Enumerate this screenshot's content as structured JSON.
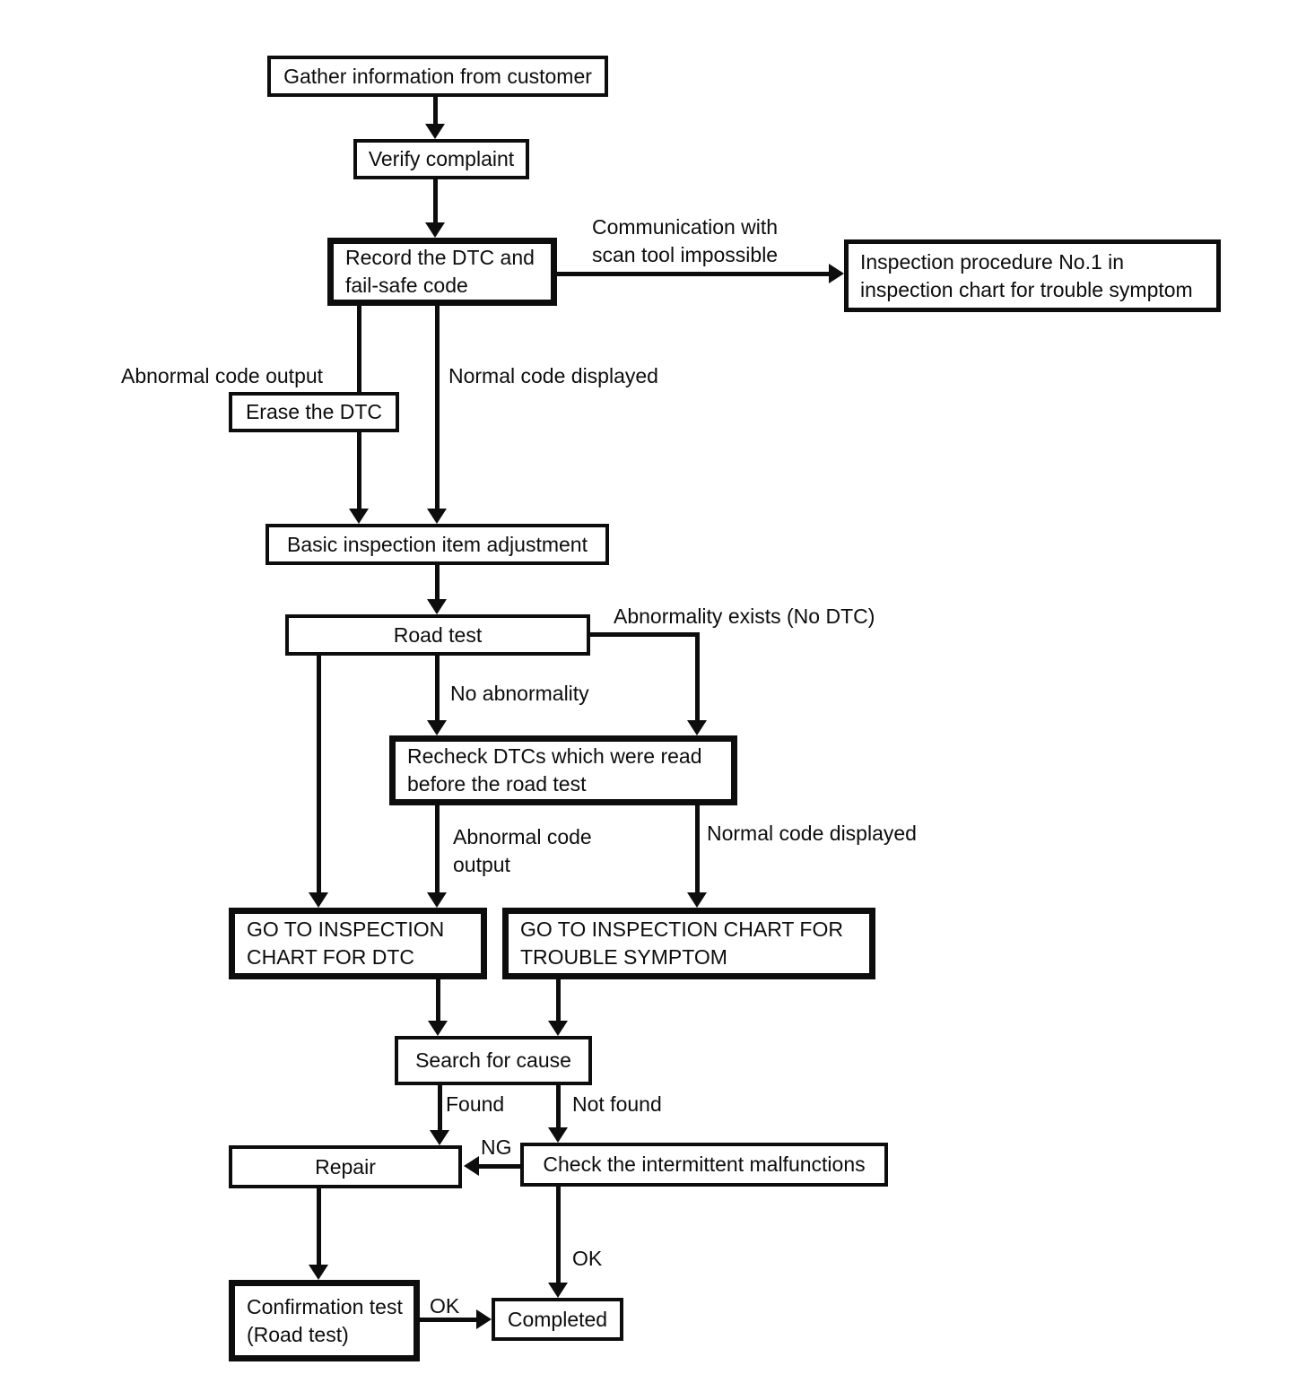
{
  "diagram": {
    "type": "flowchart",
    "background_color": "#ffffff",
    "line_color": "#0d0d0d",
    "nodes": {
      "gather": {
        "label": "Gather information from customer"
      },
      "verify": {
        "label": "Verify complaint"
      },
      "record": {
        "label": "Record the DTC and\nfail-safe code"
      },
      "inspection_no1": {
        "label": "Inspection procedure No.1 in\ninspection chart for trouble symptom"
      },
      "erase": {
        "label": "Erase the DTC"
      },
      "basic": {
        "label": "Basic inspection item adjustment"
      },
      "road_test": {
        "label": "Road test"
      },
      "recheck": {
        "label": "Recheck DTCs which were read\nbefore the road test"
      },
      "goto_dtc": {
        "label": "GO TO INSPECTION\nCHART FOR DTC"
      },
      "goto_trouble": {
        "label": "GO TO INSPECTION CHART FOR\nTROUBLE SYMPTOM"
      },
      "search": {
        "label": "Search for cause"
      },
      "repair": {
        "label": "Repair"
      },
      "check_intermittent": {
        "label": "Check the intermittent malfunctions"
      },
      "confirmation": {
        "label": "Confirmation test\n(Road test)"
      },
      "completed": {
        "label": "Completed"
      }
    },
    "edge_labels": {
      "comm_impossible": "Communication with\nscan tool impossible",
      "abnormal_code_output_1": "Abnormal code output",
      "normal_code_displayed_1": "Normal code displayed",
      "abnormality_exists": "Abnormality exists (No DTC)",
      "no_abnormality": "No abnormality",
      "abnormal_code_output_2": "Abnormal code\noutput",
      "normal_code_displayed_2": "Normal code displayed",
      "found": "Found",
      "not_found": "Not found",
      "ng": "NG",
      "ok_check": "OK",
      "ok_confirmation": "OK"
    },
    "edges": [
      {
        "from": "gather",
        "to": "verify",
        "label": ""
      },
      {
        "from": "verify",
        "to": "record",
        "label": ""
      },
      {
        "from": "record",
        "to": "inspection_no1",
        "label": "Communication with scan tool impossible"
      },
      {
        "from": "record",
        "to": "erase",
        "label": "Abnormal code output"
      },
      {
        "from": "erase",
        "to": "basic",
        "label": ""
      },
      {
        "from": "record",
        "to": "basic",
        "label": "Normal code displayed"
      },
      {
        "from": "basic",
        "to": "road_test",
        "label": ""
      },
      {
        "from": "road_test",
        "to": "goto_dtc",
        "label": ""
      },
      {
        "from": "road_test",
        "to": "recheck",
        "label": "No abnormality"
      },
      {
        "from": "road_test",
        "to": "recheck",
        "label": "Abnormality exists (No DTC)"
      },
      {
        "from": "recheck",
        "to": "goto_dtc",
        "label": "Abnormal code output"
      },
      {
        "from": "recheck",
        "to": "goto_trouble",
        "label": "Normal code displayed"
      },
      {
        "from": "goto_dtc",
        "to": "search",
        "label": ""
      },
      {
        "from": "goto_trouble",
        "to": "search",
        "label": ""
      },
      {
        "from": "search",
        "to": "repair",
        "label": "Found"
      },
      {
        "from": "search",
        "to": "check_intermittent",
        "label": "Not found"
      },
      {
        "from": "check_intermittent",
        "to": "repair",
        "label": "NG"
      },
      {
        "from": "check_intermittent",
        "to": "completed",
        "label": "OK"
      },
      {
        "from": "repair",
        "to": "confirmation",
        "label": ""
      },
      {
        "from": "confirmation",
        "to": "completed",
        "label": "OK"
      }
    ]
  }
}
